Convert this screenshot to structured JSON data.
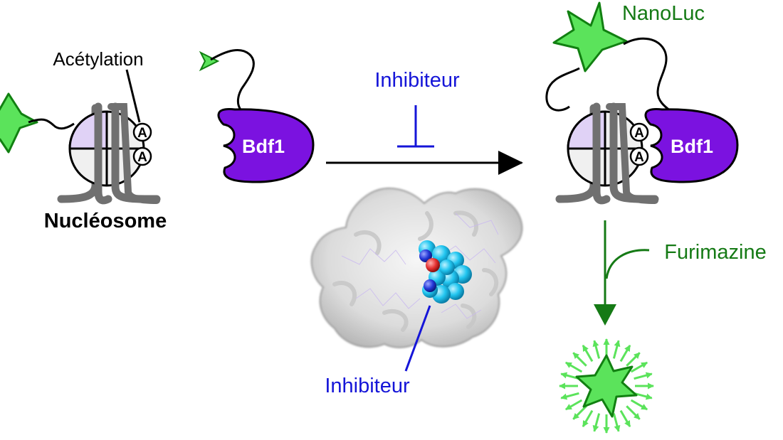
{
  "labels": {
    "acetylation": "Acétylation",
    "nucleosome": "Nucléosome",
    "bdf1_left": "Bdf1",
    "bdf1_right": "Bdf1",
    "inhibitor_top": "Inhibiteur",
    "inhibitor_bottom": "Inhibiteur",
    "nanoluc": "NanoLuc",
    "furimazine": "Furimazine",
    "acetyl_mark": "A"
  },
  "colors": {
    "nanoluc_green": "#5be35b",
    "nanoluc_outline": "#118011",
    "green_text": "#157a15",
    "bdf1_purple": "#7b12e0",
    "inhibitor_blue": "#1515d8",
    "histone_gray": "#707070",
    "nucleosome_lavender": "#e0d2f6",
    "nucleosome_fill": "#f0f0f0",
    "molecule_cyan": "#22c6f0",
    "oxygen_red": "#e53030",
    "nitrogen_blue": "#2438d8"
  },
  "icons": {
    "inhibition": "t-bar-inhibition-icon",
    "reaction": "right-arrow-icon",
    "luminescence": "star-burst-icon"
  }
}
